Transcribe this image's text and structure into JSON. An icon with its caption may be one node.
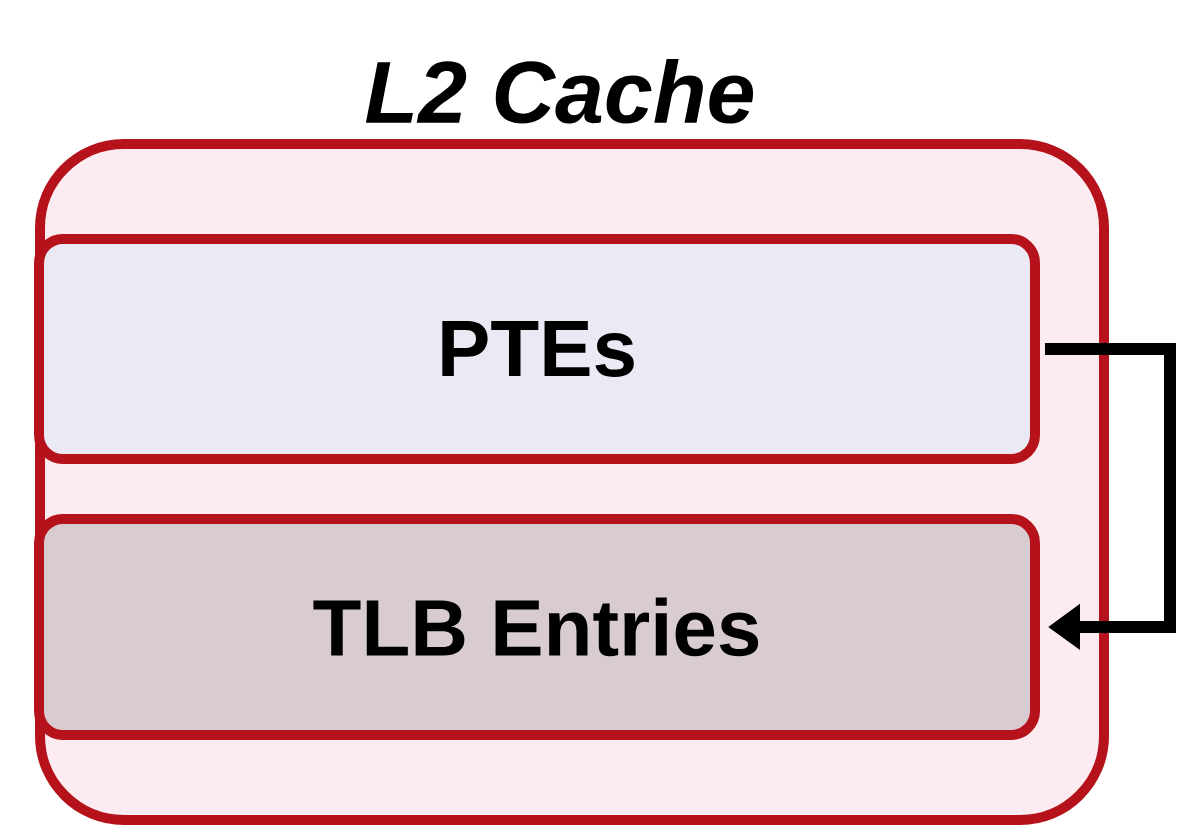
{
  "diagram": {
    "nodes": [
      {
        "text": [
          "L2 Cache"
        ]
      },
      {
        "text": [
          "PTEs"
        ],
        "in": 0
      },
      {
        "text": [
          "TLB Entries"
        ],
        "in": 0
      }
    ],
    "edges": [
      {
        "from": 1,
        "to": 2,
        "arrow": "to"
      }
    ]
  }
}
